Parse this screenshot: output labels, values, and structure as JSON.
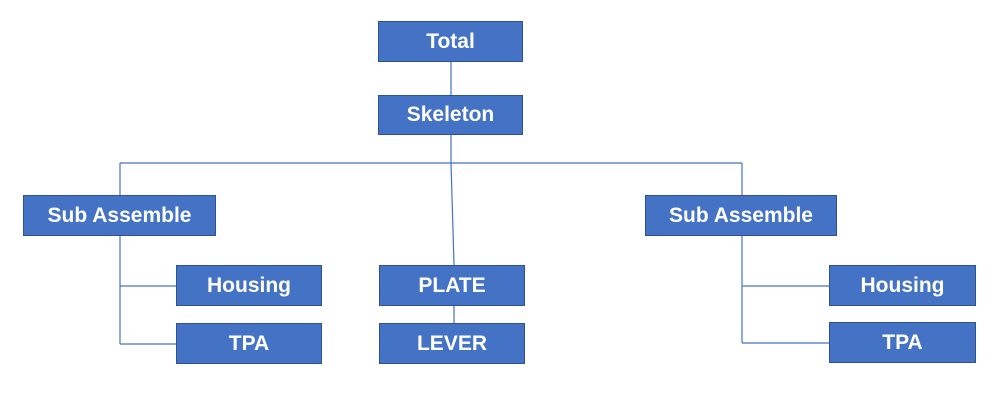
{
  "diagram": {
    "root": {
      "label": "Total"
    },
    "skeleton": {
      "label": "Skeleton"
    },
    "left_branch": {
      "label": "Sub Assemble",
      "children": [
        {
          "label": "Housing"
        },
        {
          "label": "TPA"
        }
      ]
    },
    "center_branch": {
      "children": [
        {
          "label": "PLATE"
        },
        {
          "label": "LEVER"
        }
      ]
    },
    "right_branch": {
      "label": "Sub Assemble",
      "children": [
        {
          "label": "Housing"
        },
        {
          "label": "TPA"
        }
      ]
    }
  },
  "colors": {
    "node_fill": "#4472c4",
    "node_border": "#2f528f",
    "node_text": "#ffffff",
    "connector": "#4472c4"
  }
}
